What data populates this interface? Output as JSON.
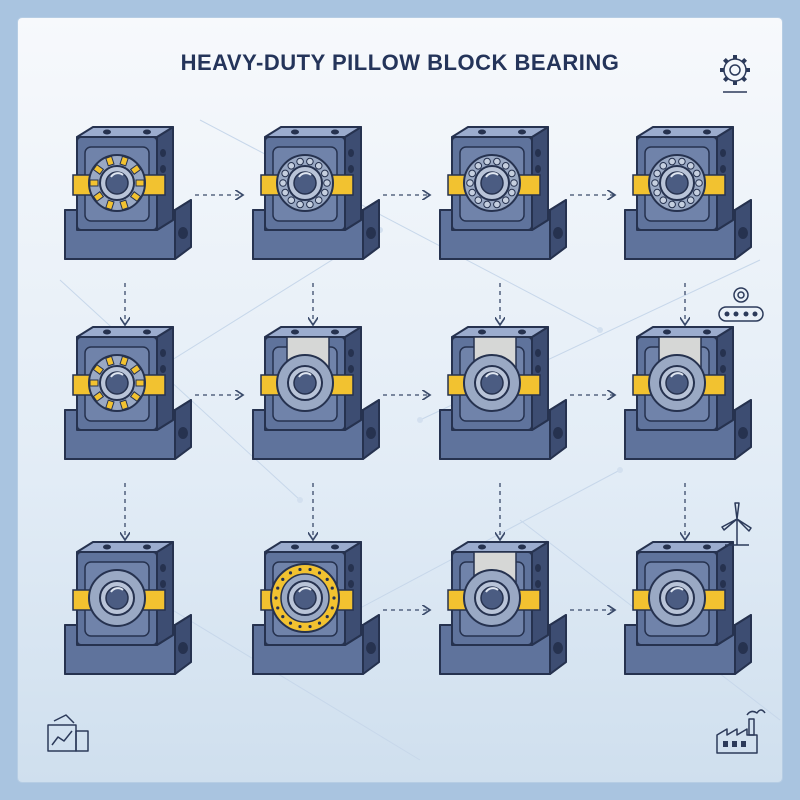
{
  "title": "HEAVY-DUTY PILLOW BLOCK BEARING",
  "colors": {
    "housing": "#5f739c",
    "housing_dark": "#3d4d72",
    "housing_light": "#8396bb",
    "outline": "#26324f",
    "accent": "#f2c230",
    "race": "#9aa9c4",
    "cap": "#d6d7d6",
    "arrow": "#3a4a6a",
    "background": "#e8eff7"
  },
  "icons": [
    "gear-icon",
    "conveyor-icon",
    "wind-turbine-icon",
    "chart-icon",
    "factory-icon"
  ],
  "steps": [
    {
      "row": 0,
      "col": 0,
      "variant": "rollers",
      "cap": false
    },
    {
      "row": 0,
      "col": 1,
      "variant": "balls",
      "cap": false
    },
    {
      "row": 0,
      "col": 2,
      "variant": "balls",
      "cap": false
    },
    {
      "row": 0,
      "col": 3,
      "variant": "balls",
      "cap": false
    },
    {
      "row": 1,
      "col": 0,
      "variant": "rollers",
      "cap": false
    },
    {
      "row": 1,
      "col": 1,
      "variant": "plain",
      "cap": true
    },
    {
      "row": 1,
      "col": 2,
      "variant": "plain",
      "cap": true
    },
    {
      "row": 1,
      "col": 3,
      "variant": "plain",
      "cap": true
    },
    {
      "row": 2,
      "col": 0,
      "variant": "plain",
      "cap": false
    },
    {
      "row": 2,
      "col": 1,
      "variant": "ring",
      "cap": false
    },
    {
      "row": 2,
      "col": 2,
      "variant": "plain",
      "cap": true
    },
    {
      "row": 2,
      "col": 3,
      "variant": "plain",
      "cap": false
    }
  ]
}
